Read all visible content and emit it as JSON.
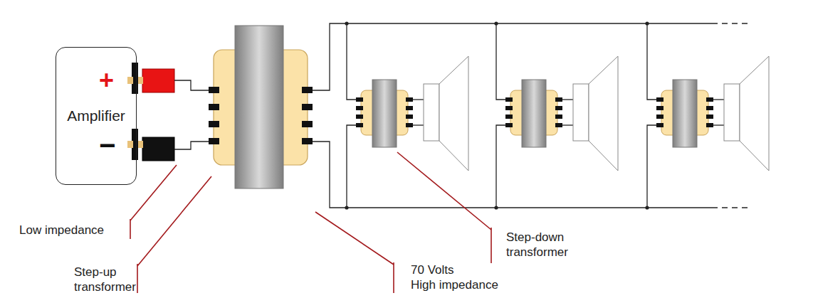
{
  "diagram": {
    "nodes": [
      {
        "text": [
          "Amplifier"
        ]
      }
    ],
    "labels": [
      "+",
      "−",
      "Low impedance",
      "Step-up transformer",
      "70 Volts High impedance",
      "Step-down transformer"
    ]
  }
}
